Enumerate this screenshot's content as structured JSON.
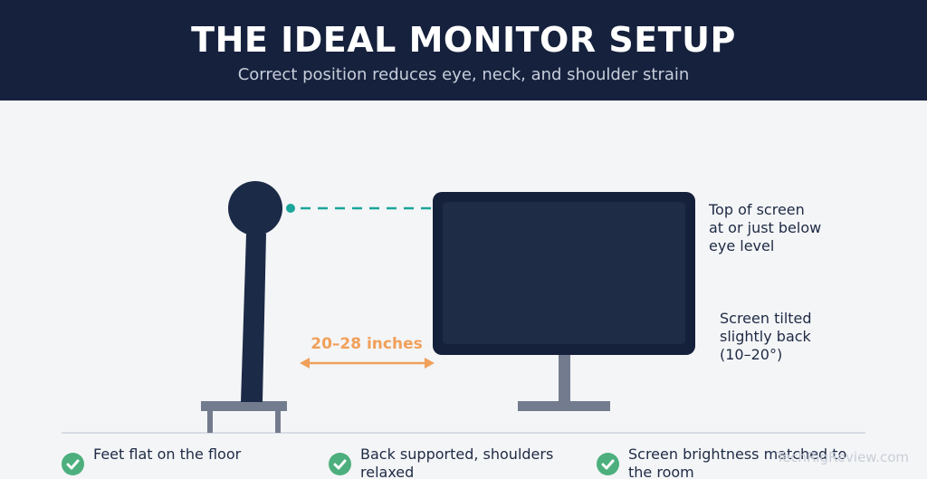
{
  "header": {
    "title": "THE IDEAL MONITOR SETUP",
    "subtitle": "Correct position reduces eye, neck, and shoulder strain"
  },
  "diagram": {
    "distance_label": "20–28 inches",
    "top_label": "Top of screen\nat or just below\neye level",
    "tilt_label": "Screen tilted\nslightly back\n(10–20°)",
    "colors": {
      "header_bg": "#16213d",
      "figure": "#1b2a47",
      "monitor_screen": "#1f2c45",
      "stand": "#737c8e",
      "eye_line": "#1aa59a",
      "distance_arrow": "#f0a05a",
      "check": "#4caf7d"
    }
  },
  "tips": [
    {
      "text": "Feet flat on the floor"
    },
    {
      "text": "Back supported, shoulders relaxed"
    },
    {
      "text": "Screen brightness matched to the room"
    }
  ],
  "watermark": "TechRigReview.com"
}
